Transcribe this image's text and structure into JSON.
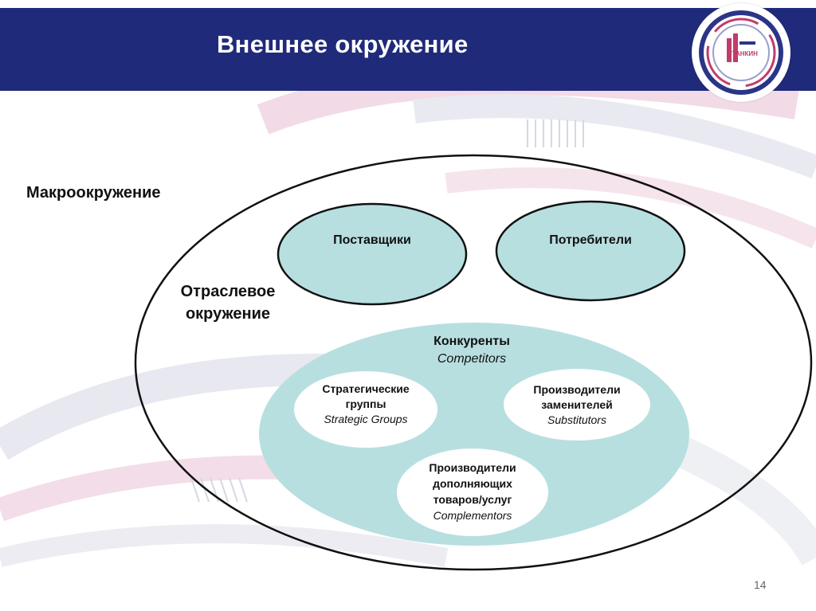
{
  "slide": {
    "title": "Внешнее окружение",
    "page_number": "14"
  },
  "logo": {
    "text": "СТАНКИН"
  },
  "diagram": {
    "macro_label": "Макроокружение",
    "industry_label_line1": "Отраслевое",
    "industry_label_line2": "окружение",
    "suppliers": "Поставщики",
    "consumers": "Потребители",
    "competitors": {
      "title": "Конкуренты",
      "subtitle": "Competitors"
    },
    "strategic_groups": {
      "line1": "Стратегические",
      "line2": "группы",
      "subtitle": "Strategic Groups"
    },
    "substitutors": {
      "line1": "Производители",
      "line2": "заменителей",
      "subtitle": "Substitutors"
    },
    "complementors": {
      "line1": "Производители",
      "line2": "дополняющих",
      "line3": "товаров/услуг",
      "subtitle": "Complementors"
    }
  },
  "colors": {
    "header": "#1f2a7a",
    "ellipse_fill": "#b8dfe0",
    "outline": "#111111"
  }
}
